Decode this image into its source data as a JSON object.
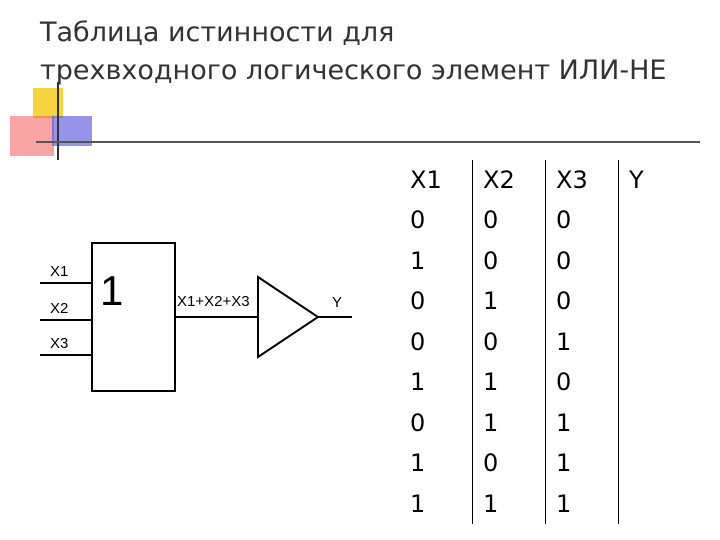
{
  "title": {
    "line1": "Таблица истинности для",
    "line2": "трехвходного логического элемент ИЛИ-НЕ"
  },
  "diagram": {
    "inputs": [
      "X1",
      "X2",
      "X3"
    ],
    "gate_symbol": "1",
    "sum_label": "X1+X2+X3",
    "output_label": "Y"
  },
  "truth_table": {
    "headers": [
      "X1",
      "X2",
      "X3",
      "Y"
    ],
    "rows": [
      [
        "0",
        "0",
        "0",
        ""
      ],
      [
        "1",
        "0",
        "0",
        ""
      ],
      [
        "0",
        "1",
        "0",
        ""
      ],
      [
        "0",
        "0",
        "1",
        ""
      ],
      [
        "1",
        "1",
        "0",
        ""
      ],
      [
        "0",
        "1",
        "1",
        ""
      ],
      [
        "1",
        "0",
        "1",
        ""
      ],
      [
        "1",
        "1",
        "1",
        ""
      ]
    ]
  },
  "colors": {
    "accent_yellow": "#f5cc1f",
    "accent_red": "#f25a5a",
    "accent_blue": "#4d4dd9"
  }
}
